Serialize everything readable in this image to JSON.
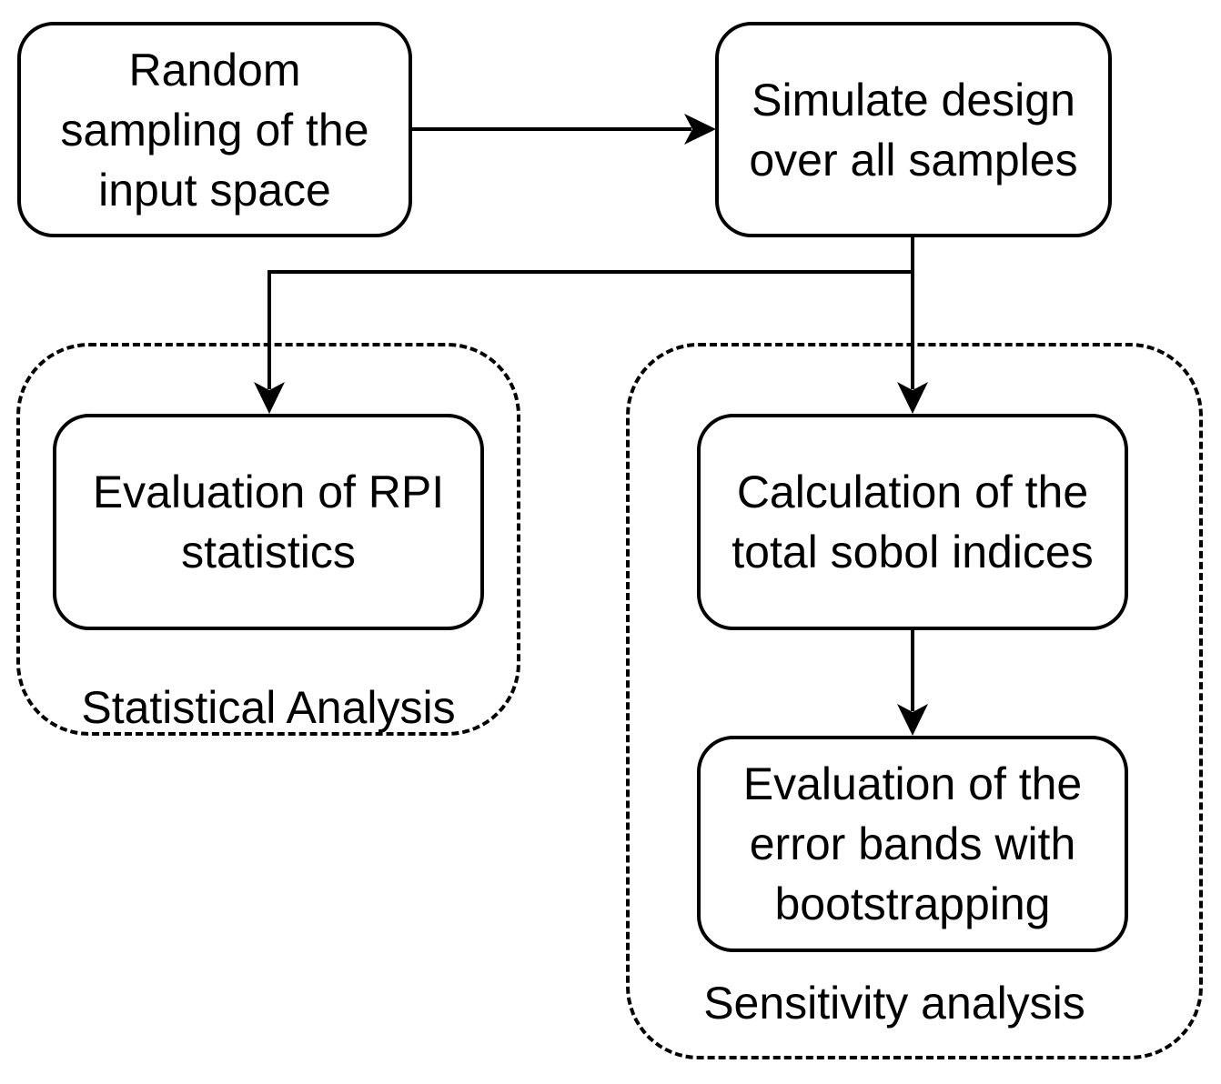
{
  "diagram": {
    "nodes": {
      "random_sampling": "Random\nsampling of the\ninput space",
      "simulate": "Simulate design\nover all samples",
      "rpi_stats": "Evaluation of RPI\nstatistics",
      "sobol": "Calculation of the\ntotal sobol indices",
      "error_bands": "Evaluation of the\nerror bands with\nbootstrapping"
    },
    "groups": {
      "statistical": "Statistical Analysis",
      "sensitivity": "Sensitivity analysis"
    },
    "edges": [
      {
        "from": "random_sampling",
        "to": "simulate"
      },
      {
        "from": "simulate",
        "to": "rpi_stats"
      },
      {
        "from": "simulate",
        "to": "sobol"
      },
      {
        "from": "sobol",
        "to": "error_bands"
      }
    ]
  }
}
